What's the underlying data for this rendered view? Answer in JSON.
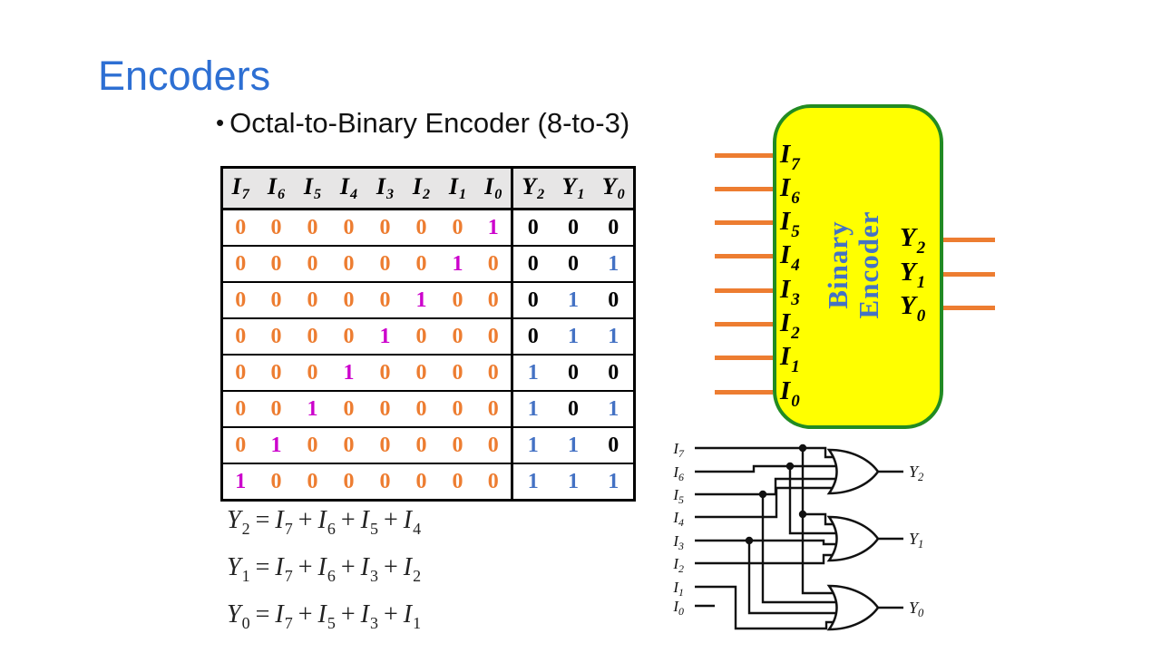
{
  "slide": {
    "title": "Encoders",
    "bullet_marker": "•",
    "bullet": "Octal-to-Binary Encoder (8-to-3)"
  },
  "colors": {
    "title_blue": "#2D6FD3",
    "input_zero_orange": "#ED7D31",
    "input_one_magenta": "#CC00CC",
    "output_one_blue": "#4472C4",
    "header_gray": "#E7E6E6",
    "block_fill_yellow": "#FFFF00",
    "block_border_green": "#228B22",
    "wire_orange": "#ED7D31",
    "rotated_label_blue": "#4472C4"
  },
  "truth_table": {
    "input_headers": [
      {
        "base": "I",
        "sub": "7"
      },
      {
        "base": "I",
        "sub": "6"
      },
      {
        "base": "I",
        "sub": "5"
      },
      {
        "base": "I",
        "sub": "4"
      },
      {
        "base": "I",
        "sub": "3"
      },
      {
        "base": "I",
        "sub": "2"
      },
      {
        "base": "I",
        "sub": "1"
      },
      {
        "base": "I",
        "sub": "0"
      }
    ],
    "output_headers": [
      {
        "base": "Y",
        "sub": "2"
      },
      {
        "base": "Y",
        "sub": "1"
      },
      {
        "base": "Y",
        "sub": "0"
      }
    ],
    "rows": [
      {
        "inputs": "00000001",
        "outputs": "000"
      },
      {
        "inputs": "00000010",
        "outputs": "001"
      },
      {
        "inputs": "00000100",
        "outputs": "010"
      },
      {
        "inputs": "00001000",
        "outputs": "011"
      },
      {
        "inputs": "00010000",
        "outputs": "100"
      },
      {
        "inputs": "00100000",
        "outputs": "101"
      },
      {
        "inputs": "01000000",
        "outputs": "110"
      },
      {
        "inputs": "10000000",
        "outputs": "111"
      }
    ]
  },
  "equations": [
    {
      "lhs": {
        "base": "Y",
        "sub": "2"
      },
      "terms": [
        {
          "base": "I",
          "sub": "7"
        },
        {
          "base": "I",
          "sub": "6"
        },
        {
          "base": "I",
          "sub": "5"
        },
        {
          "base": "I",
          "sub": "4"
        }
      ]
    },
    {
      "lhs": {
        "base": "Y",
        "sub": "1"
      },
      "terms": [
        {
          "base": "I",
          "sub": "7"
        },
        {
          "base": "I",
          "sub": "6"
        },
        {
          "base": "I",
          "sub": "3"
        },
        {
          "base": "I",
          "sub": "2"
        }
      ]
    },
    {
      "lhs": {
        "base": "Y",
        "sub": "0"
      },
      "terms": [
        {
          "base": "I",
          "sub": "7"
        },
        {
          "base": "I",
          "sub": "5"
        },
        {
          "base": "I",
          "sub": "3"
        },
        {
          "base": "I",
          "sub": "1"
        }
      ]
    }
  ],
  "encoder_block": {
    "label_line1": "Binary",
    "label_line2": "Encoder",
    "inputs": [
      {
        "base": "I",
        "sub": "7"
      },
      {
        "base": "I",
        "sub": "6"
      },
      {
        "base": "I",
        "sub": "5"
      },
      {
        "base": "I",
        "sub": "4"
      },
      {
        "base": "I",
        "sub": "3"
      },
      {
        "base": "I",
        "sub": "2"
      },
      {
        "base": "I",
        "sub": "1"
      },
      {
        "base": "I",
        "sub": "0"
      }
    ],
    "outputs": [
      {
        "base": "Y",
        "sub": "2"
      },
      {
        "base": "Y",
        "sub": "1"
      },
      {
        "base": "Y",
        "sub": "0"
      }
    ]
  },
  "circuit": {
    "inputs": [
      {
        "base": "I",
        "sub": "7"
      },
      {
        "base": "I",
        "sub": "6"
      },
      {
        "base": "I",
        "sub": "5"
      },
      {
        "base": "I",
        "sub": "4"
      },
      {
        "base": "I",
        "sub": "3"
      },
      {
        "base": "I",
        "sub": "2"
      },
      {
        "base": "I",
        "sub": "1"
      },
      {
        "base": "I",
        "sub": "0"
      }
    ],
    "outputs": [
      {
        "base": "Y",
        "sub": "2"
      },
      {
        "base": "Y",
        "sub": "1"
      },
      {
        "base": "Y",
        "sub": "0"
      }
    ]
  }
}
